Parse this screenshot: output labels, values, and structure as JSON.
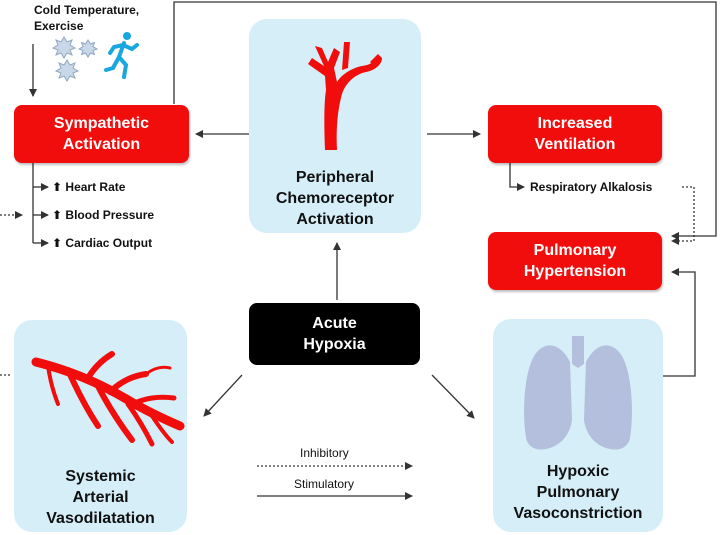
{
  "trigger": {
    "line1": "Cold Temperature,",
    "line2": "Exercise"
  },
  "boxes": {
    "sympathetic": {
      "line1": "Sympathetic",
      "line2": "Activation"
    },
    "ventilation": {
      "line1": "Increased",
      "line2": "Ventilation"
    },
    "pulmonary_hypertension": {
      "line1": "Pulmonary",
      "line2": "Hypertension"
    },
    "hypoxia": {
      "line1": "Acute",
      "line2": "Hypoxia"
    }
  },
  "panels": {
    "chemoreceptor": {
      "line1": "Peripheral",
      "line2": "Chemoreceptor",
      "line3": "Activation"
    },
    "systemic": {
      "line1": "Systemic",
      "line2": "Arterial",
      "line3": "Vasodilatation"
    },
    "pulmonary": {
      "line1": "Hypoxic",
      "line2": "Pulmonary",
      "line3": "Vasoconstriction"
    }
  },
  "effects": {
    "heart_rate": "Heart Rate",
    "blood_pressure": "Blood Pressure",
    "cardiac_output": "Cardiac Output",
    "respiratory_alkalosis": "Respiratory Alkalosis"
  },
  "legend": {
    "inhibitory": "Inhibitory",
    "stimulatory": "Stimulatory"
  },
  "icons": {
    "up_arrow": "up-arrow-icon",
    "snowflake": "snowflake-icon",
    "runner": "runner-icon",
    "artery": "artery-icon",
    "lungs": "lungs-icon"
  },
  "colors": {
    "red": "#f20d0d",
    "panel": "#d6eef8",
    "black": "#000000",
    "lung": "#b3bfdc"
  }
}
